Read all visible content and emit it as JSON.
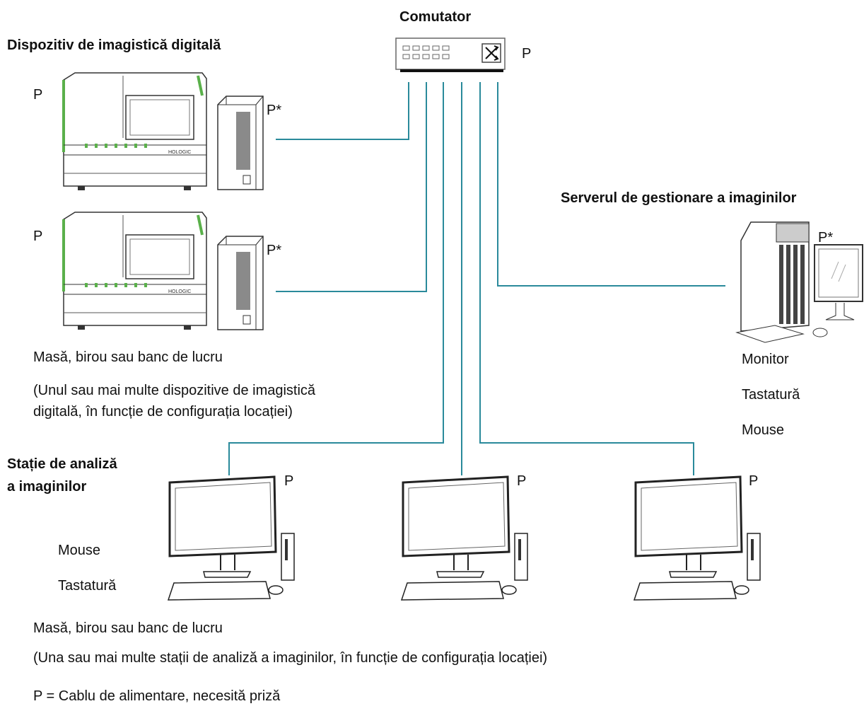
{
  "switch": {
    "title": "Comutator",
    "power_label": "P"
  },
  "imaging_devices": {
    "title": "Dispozitiv de imagistică digitală",
    "units": [
      {
        "power_label": "P",
        "pc_power_label": "P*",
        "brand": "HOLOGIC"
      },
      {
        "power_label": "P",
        "pc_power_label": "P*",
        "brand": "HOLOGIC"
      }
    ],
    "table_label": "Masă, birou sau banc de lucru",
    "note_line1": "(Unul sau mai multe dispozitive de imagistică",
    "note_line2": "digitală, în funcție de configurația locației)"
  },
  "server": {
    "title": "Serverul de gestionare a imaginilor",
    "power_label": "P*",
    "peripherals": [
      "Monitor",
      "Tastatură",
      "Mouse"
    ]
  },
  "review_stations": {
    "title_line1": "Stație de analiză",
    "title_line2": "a imaginilor",
    "peripherals": [
      "Mouse",
      "Tastatură"
    ],
    "power_labels": [
      "P",
      "P",
      "P"
    ],
    "table_label": "Masă, birou sau banc de lucru",
    "note": "(Una sau mai multe stații de analiză a imaginilor, în funcție de configurația locației)"
  },
  "legend": {
    "power_note": "P = Cablu de alimentare, necesită priză"
  },
  "colors": {
    "cable": "#2a8a9b",
    "accent": "#5ab04a",
    "line": "#222222"
  }
}
